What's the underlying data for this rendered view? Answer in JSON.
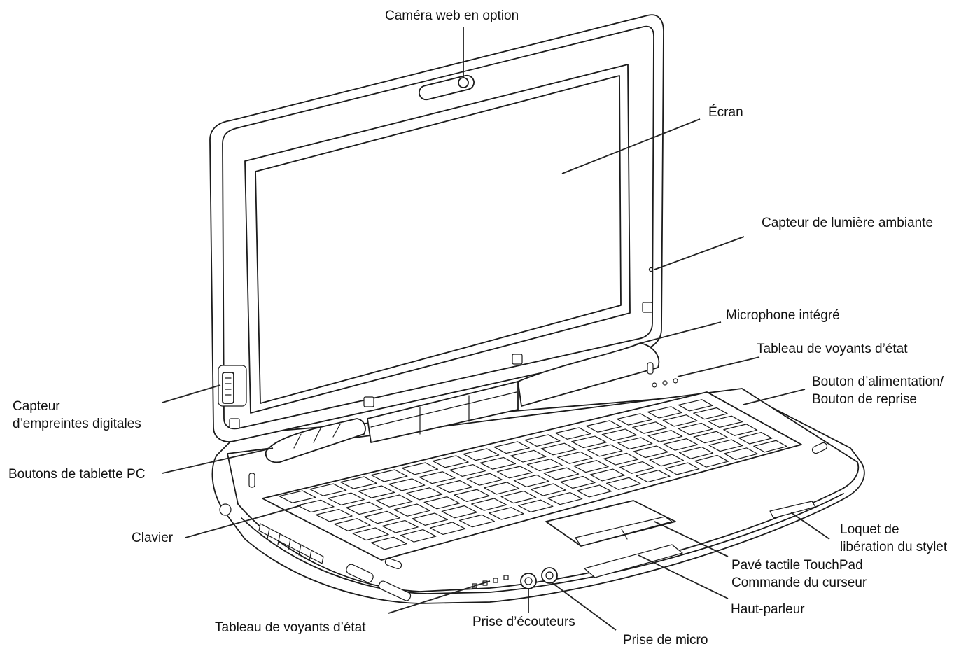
{
  "diagram": {
    "labels": {
      "webcam": [
        "Caméra web en option"
      ],
      "screen": [
        "Écran"
      ],
      "light_sensor": [
        "Capteur de lumière ambiante"
      ],
      "microphone": [
        "Microphone intégré"
      ],
      "status_panel_top": [
        "Tableau de voyants d’état"
      ],
      "power_button": [
        "Bouton d’alimentation/",
        "Bouton de reprise"
      ],
      "fingerprint": [
        "Capteur",
        "d’empreintes digitales"
      ],
      "tablet_buttons": [
        "Boutons de tablette PC"
      ],
      "keyboard": [
        "Clavier"
      ],
      "stylus_latch": [
        "Loquet de",
        "libération du stylet"
      ],
      "touchpad": [
        "Pavé tactile TouchPad",
        "Commande du curseur"
      ],
      "speaker": [
        "Haut-parleur"
      ],
      "status_panel_bottom": [
        "Tableau de voyants d’état"
      ],
      "headphone_jack": [
        "Prise d’écouteurs"
      ],
      "mic_jack": [
        "Prise de micro"
      ]
    }
  }
}
